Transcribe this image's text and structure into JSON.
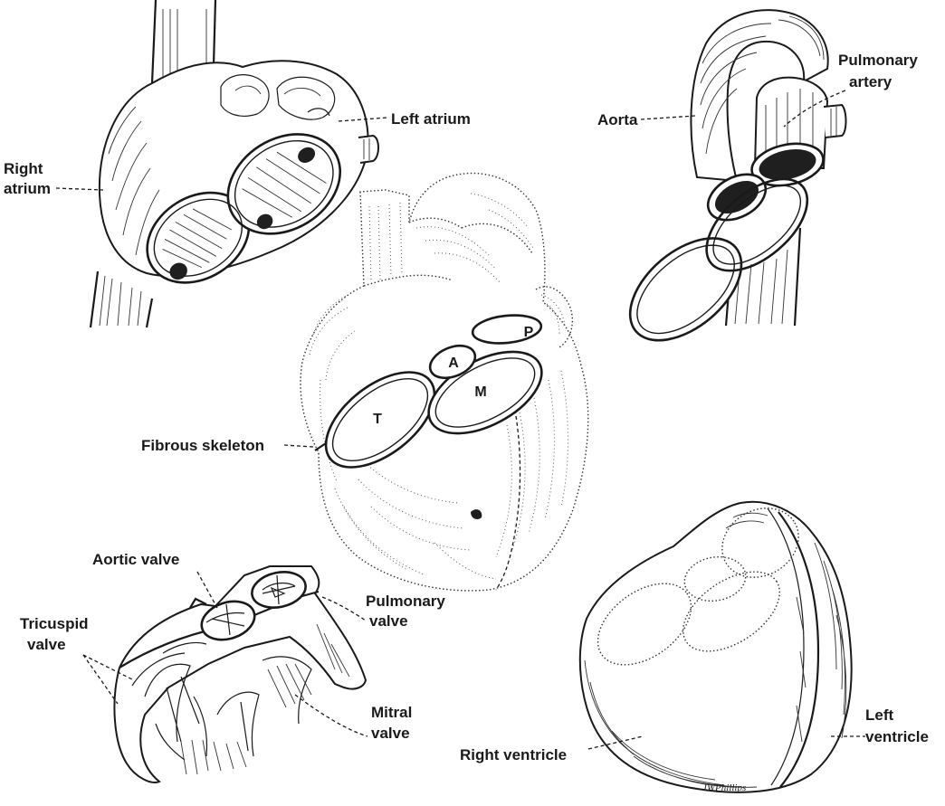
{
  "labels": {
    "left_atrium": "Left atrium",
    "right_atrium_line1": "Right",
    "right_atrium_line2": "atrium",
    "aorta": "Aorta",
    "pulmonary_artery_line1": "Pulmonary",
    "pulmonary_artery_line2": "artery",
    "fibrous_skeleton": "Fibrous skeleton",
    "aortic_valve": "Aortic valve",
    "pulmonary_valve_line1": "Pulmonary",
    "pulmonary_valve_line2": "valve",
    "tricuspid_valve_line1": "Tricuspid",
    "tricuspid_valve_line2": "valve",
    "mitral_valve_line1": "Mitral",
    "mitral_valve_line2": "valve",
    "right_ventricle": "Right ventricle",
    "left_ventricle_line1": "Left",
    "left_ventricle_line2": "ventricle"
  },
  "ring_letters": {
    "pulmonary": "P",
    "aortic": "A",
    "mitral": "M",
    "tricuspid": "T"
  },
  "signature": "JWPhillips"
}
